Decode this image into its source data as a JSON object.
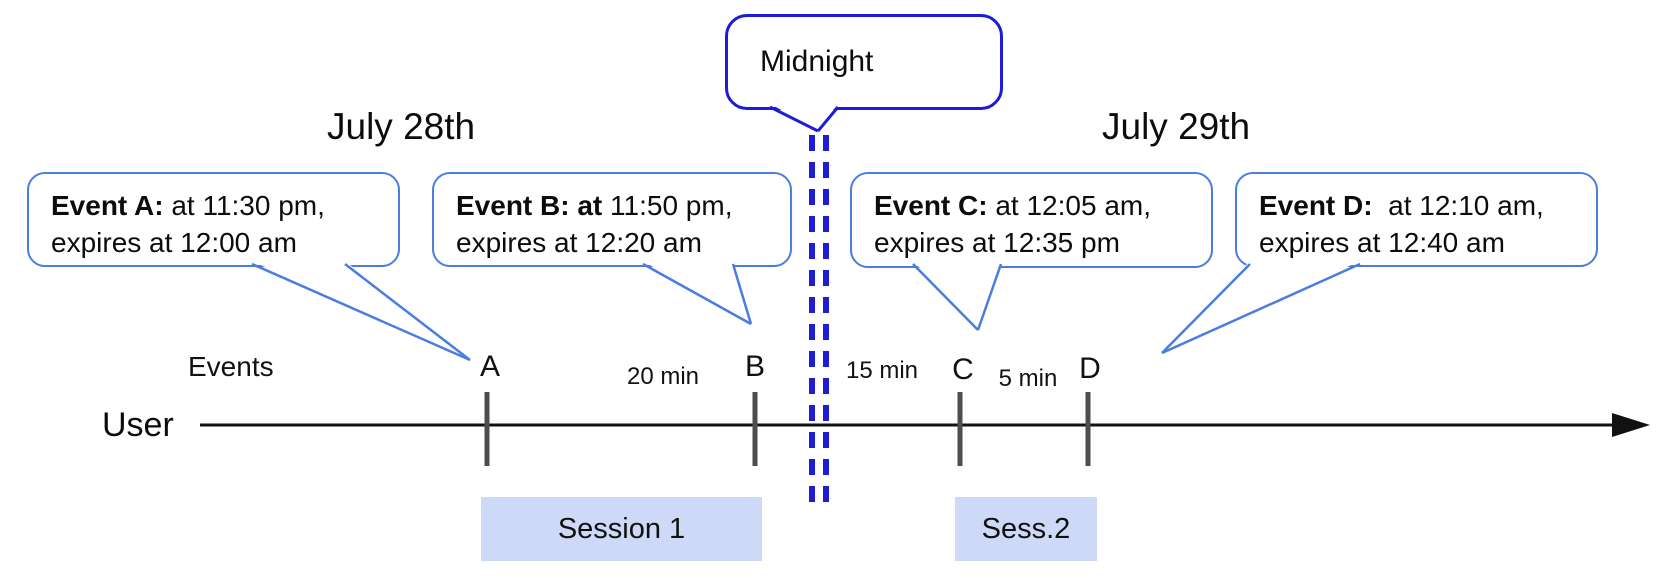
{
  "titles": {
    "left_date": "July 28th",
    "right_date": "July 29th"
  },
  "midnight": {
    "label": "Midnight"
  },
  "events": [
    {
      "tick_label": "A",
      "bold": "Event A:",
      "line1": " at 11:30 pm,",
      "line2": "expires at 12:00 am"
    },
    {
      "tick_label": "B",
      "bold": "Event B: at",
      "line1": " 11:50 pm,",
      "line2": "expires at 12:20 am"
    },
    {
      "tick_label": "C",
      "bold": "Event C:",
      "line1": " at 12:05 am,",
      "line2": "expires at 12:35 pm"
    },
    {
      "tick_label": "D",
      "bold": "Event D:",
      "line1": "  at 12:10 am,",
      "line2": "expires at 12:40 am"
    }
  ],
  "timeline": {
    "axis_label": "User",
    "events_label": "Events",
    "intervals": [
      {
        "label": "20 min"
      },
      {
        "label": "15 min"
      },
      {
        "label": "5 min"
      }
    ]
  },
  "sessions": [
    {
      "label": "Session 1"
    },
    {
      "label": "Sess.2"
    }
  ],
  "colors": {
    "bubble_border": "#4a7de0",
    "midnight_blue": "#1d1dd8",
    "session_fill": "#cdd9f6",
    "tick": "#4d4d4d",
    "axis": "#111111"
  }
}
